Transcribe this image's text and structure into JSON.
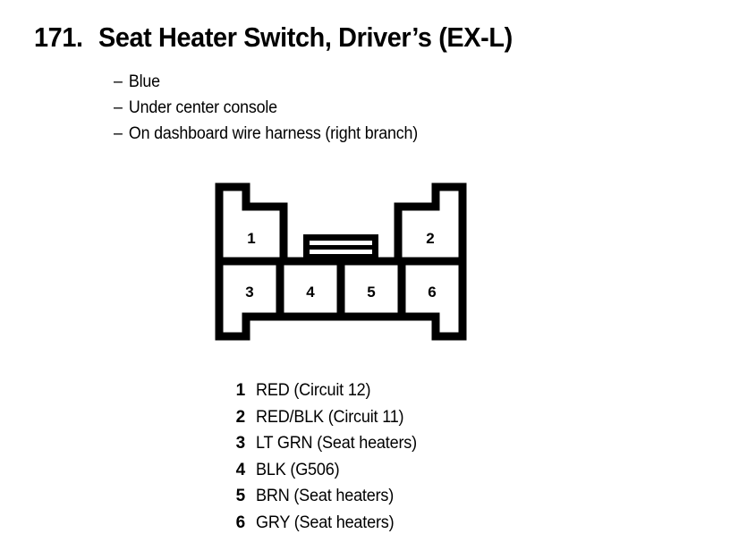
{
  "title": {
    "number": "171.",
    "text": "Seat Heater Switch, Driver’s (EX-L)"
  },
  "bullets": [
    {
      "dash": "–",
      "text": "Blue"
    },
    {
      "dash": "–",
      "text": "Under center console"
    },
    {
      "dash": "–",
      "text": "On dashboard wire harness (right branch)"
    }
  ],
  "connector": {
    "name": "6-pin connector diagram",
    "top_row_pins": [
      "1",
      "2"
    ],
    "bottom_row_pins": [
      "3",
      "4",
      "5",
      "6"
    ],
    "latch_label": "center-latch",
    "stroke_color": "#000000",
    "fill_color": "#ffffff"
  },
  "legend": [
    {
      "num": "1",
      "label": "RED (Circuit 12)"
    },
    {
      "num": "2",
      "label": "RED/BLK (Circuit 11)"
    },
    {
      "num": "3",
      "label": "LT GRN (Seat heaters)"
    },
    {
      "num": "4",
      "label": "BLK (G506)"
    },
    {
      "num": "5",
      "label": "BRN (Seat heaters)"
    },
    {
      "num": "6",
      "label": "GRY (Seat heaters)"
    }
  ]
}
